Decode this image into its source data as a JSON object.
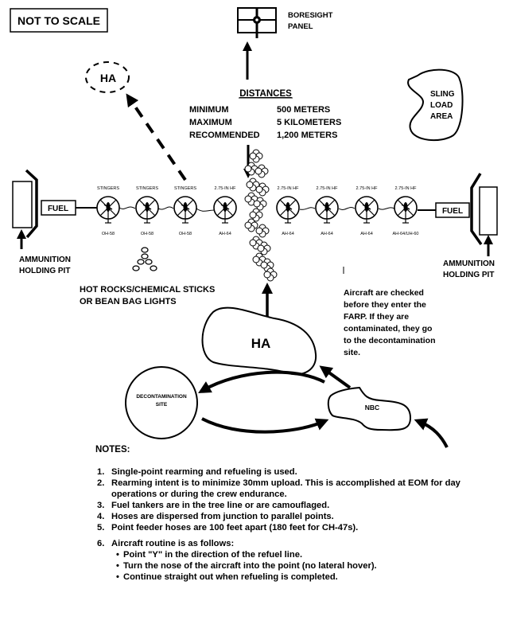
{
  "scale_note": "NOT TO SCALE",
  "boresight": {
    "line1": "BORESIGHT",
    "line2": "PANEL"
  },
  "distances": {
    "title": "DISTANCES",
    "rows": [
      {
        "label": "MINIMUM",
        "value": "500 METERS"
      },
      {
        "label": "MAXIMUM",
        "value": "5 KILOMETERS"
      },
      {
        "label": "RECOMMENDED",
        "value": "1,200 METERS"
      }
    ]
  },
  "sling_load": {
    "line1": "SLING",
    "line2": "LOAD",
    "line3": "AREA"
  },
  "holding_area_alt": "HA",
  "holding_area_main": "HA",
  "fuel_left": "FUEL",
  "fuel_right": "FUEL",
  "ammo_left": {
    "line1": "AMMUNITION",
    "line2": "HOLDING PIT"
  },
  "ammo_right": {
    "line1": "AMMUNITION",
    "line2": "HOLDING PIT"
  },
  "points": [
    {
      "munition": "STINGERS",
      "aircraft": "OH-58"
    },
    {
      "munition": "STINGERS",
      "aircraft": "OH-58"
    },
    {
      "munition": "STINGERS",
      "aircraft": "OH-58"
    },
    {
      "munition": "2.75-IN HF",
      "aircraft": "AH-64"
    },
    {
      "munition": "2.75-IN HF",
      "aircraft": "AH-64"
    },
    {
      "munition": "2.75-IN HF",
      "aircraft": "AH-64"
    },
    {
      "munition": "2.75-IN HF",
      "aircraft": "AH-64"
    },
    {
      "munition": "2.75-IN HF",
      "aircraft": "AH-64/UH-60"
    }
  ],
  "lights": {
    "line1": "HOT ROCKS/CHEMICAL STICKS",
    "line2": "OR BEAN BAG LIGHTS"
  },
  "nbc_info": [
    "Aircraft are checked",
    "before they enter the",
    "FARP. If they are",
    "contaminated, they go",
    "to the decontamination",
    "site."
  ],
  "decon": {
    "line1": "DECONTAMINATION",
    "line2": "SITE"
  },
  "nbc": "NBC",
  "notes": {
    "title": "NOTES:",
    "items": [
      {
        "num": "1.",
        "text": "Single-point rearming and refueling is used."
      },
      {
        "num": "2.",
        "text": "Rearming intent is to minimize 30mm upload.  This is accomplished at  EOM for day operations or during the crew endurance."
      },
      {
        "num": "3.",
        "text": "Fuel tankers are in the tree line or are camouflaged."
      },
      {
        "num": "4.",
        "text": "Hoses are dispersed from junction to parallel points."
      },
      {
        "num": "5.",
        "text": "Point feeder hoses are 100 feet apart (180 feet for CH-47s)."
      },
      {
        "num": "6.",
        "text": "Aircraft routine is as follows:"
      }
    ],
    "routine": [
      "Point \"Y\" in the direction of the refuel line.",
      "Turn the nose of the aircraft into the point (no lateral hover).",
      "Continue straight out when refueling is completed."
    ]
  }
}
